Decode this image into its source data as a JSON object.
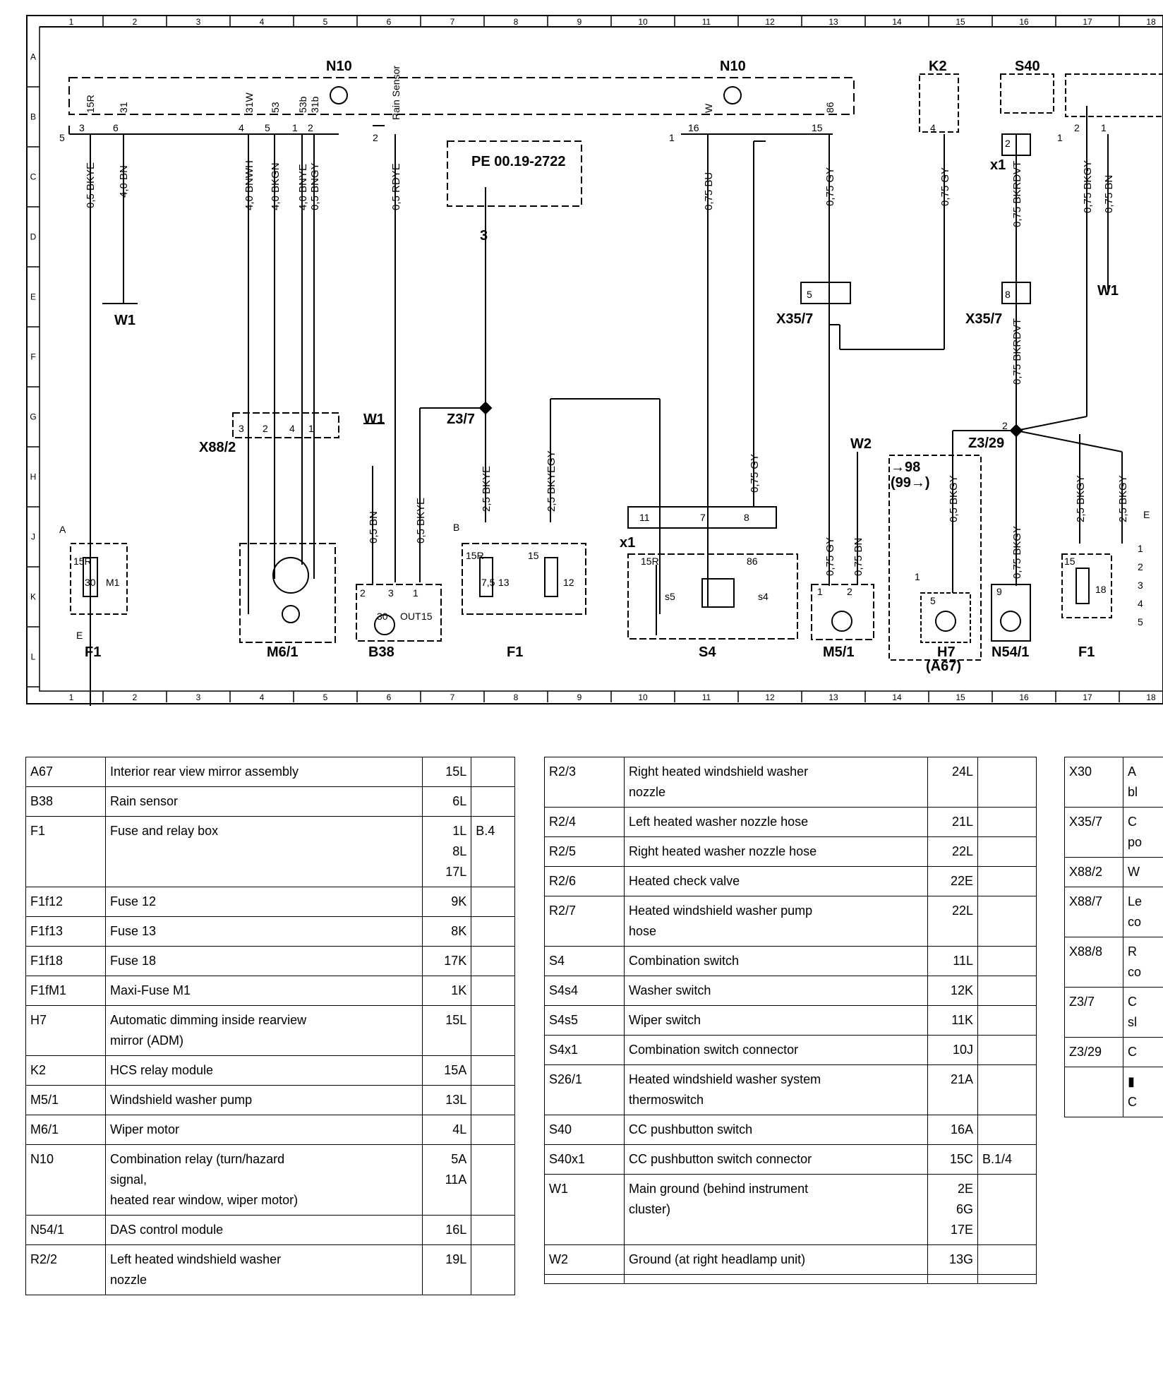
{
  "diagram": {
    "grid_cols": [
      "1",
      "2",
      "3",
      "4",
      "5",
      "6",
      "7",
      "8",
      "9",
      "10",
      "11",
      "12",
      "13",
      "14",
      "15",
      "16",
      "17",
      "18"
    ],
    "grid_rows": [
      "A",
      "B",
      "C",
      "D",
      "E",
      "F",
      "G",
      "H",
      "J",
      "K",
      "L"
    ],
    "components": {
      "n10_left": "N10",
      "n10_right": "N10",
      "k2": "K2",
      "s40": "S40",
      "x88_2": "X88/2",
      "z3_7": "Z3/7",
      "z3_29": "Z3/29",
      "x35_7_a": "X35/7",
      "x35_7_b": "X35/7",
      "x1_a": "x1",
      "x1_b": "x1",
      "w1_a": "W1",
      "w1_b": "W1",
      "w1_c": "W1",
      "w2": "W2",
      "f1_a": "F1",
      "f1_b": "F1",
      "f1_c": "F1",
      "m6_1": "M6/1",
      "b38": "B38",
      "s4": "S4",
      "m5_1": "M5/1",
      "h7": "H7",
      "a67": "(A67)",
      "n54_1": "N54/1",
      "pe_ref": "PE  00.19-2722",
      "ref_98": "→98",
      "ref_99": "(99→)",
      "wire_3": "3"
    },
    "wires": {
      "w1": "0,5 BKYE",
      "w2": "4,0 BN",
      "w3": "4,0 BNWH",
      "w4": "4,0 BKGN",
      "w5": "4,0 BNYE",
      "w6": "0,5 BNGY",
      "w7": "0,5 RDYE",
      "w8": "0,75 BU",
      "w9": "0,75 GY",
      "w10": "0,75 GY",
      "w11": "0,75 BKRDVT",
      "w12": "0,75 BKGY",
      "w13": "0,75 BN",
      "w14": "0,75 BKRDVT",
      "w15": "0,5 BN",
      "w16": "0,5 BKYE",
      "w17": "2,5 BKYE",
      "w18": "2,5 BKYEGY",
      "w19": "0,75 GY",
      "w20": "0,75 GY",
      "w21": "0,75 BN",
      "w22": "0,5 BKGY",
      "w23": "0,75 BKGY",
      "w24": "2,5 BKGY",
      "w25": "2,5 BKGY"
    },
    "pins": {
      "p15r": "15R",
      "p31": "31",
      "p31w": "31W",
      "p53": "53",
      "p53b": "53b",
      "p31b": "31b",
      "prain": "Rain Sensor",
      "pw": "W",
      "p86": "86",
      "n5": "5",
      "n3": "3",
      "n6": "6",
      "n4": "4",
      "n5b": "5",
      "n1": "1",
      "n2": "2",
      "n2b": "2",
      "n1b": "1",
      "n16": "16",
      "n15": "15",
      "n4k2": "4",
      "n2s40": "2",
      "n1r": "1",
      "n2r": "2",
      "n1r2": "1",
      "f1_a_fuse": "30",
      "f1_a_m1": "M1",
      "f1_a_15r": "15R",
      "A": "A",
      "E": "E",
      "x88_p3": "3",
      "x88_p2": "2",
      "x88_p4": "4",
      "x88_p1": "1",
      "b38_2": "2",
      "b38_3": "3",
      "b38_1": "1",
      "b38_30": "30",
      "b38_out": "OUT",
      "b38_15": "15",
      "B": "B",
      "f1b_15r": "15R",
      "f1b_75": "7,5",
      "f1b_13": "13",
      "f1b_15": "15",
      "f1b_12": "12",
      "s4_11": "11",
      "s4_7": "7",
      "s4_8": "8",
      "s4_15r": "15R",
      "s4_86": "86",
      "s4_s5": "s5",
      "s4_s4": "s4",
      "m51_1": "1",
      "m51_2": "2",
      "h7_1": "1",
      "h7_5": "5",
      "n54_9": "9",
      "f1c_15": "15",
      "f1c_18": "18",
      "x35_5": "5",
      "x35_8": "8",
      "z329_2": "2",
      "r1": "1",
      "r2": "2",
      "r3": "3",
      "r4": "4",
      "r5": "5",
      "Er": "E"
    }
  },
  "legend": {
    "table1": [
      {
        "code": "A67",
        "desc": "Interior rear view mirror assembly",
        "loc": "15L",
        "ref": ""
      },
      {
        "code": "B38",
        "desc": "Rain sensor",
        "loc": "6L",
        "ref": ""
      },
      {
        "code": "F1",
        "desc": "Fuse and relay box",
        "loc": "1L\n8L\n17L",
        "ref": "B.4"
      },
      {
        "code": "F1f12",
        "desc": "Fuse 12",
        "loc": "9K",
        "ref": ""
      },
      {
        "code": "F1f13",
        "desc": "Fuse 13",
        "loc": "8K",
        "ref": ""
      },
      {
        "code": "F1f18",
        "desc": "Fuse 18",
        "loc": "17K",
        "ref": ""
      },
      {
        "code": "F1fM1",
        "desc": "Maxi-Fuse M1",
        "loc": "1K",
        "ref": ""
      },
      {
        "code": "H7",
        "desc": "Automatic dimming inside rearview\nmirror (ADM)",
        "loc": "15L",
        "ref": ""
      },
      {
        "code": "K2",
        "desc": "HCS relay module",
        "loc": "15A",
        "ref": ""
      },
      {
        "code": "M5/1",
        "desc": "Windshield washer pump",
        "loc": "13L",
        "ref": ""
      },
      {
        "code": "M6/1",
        "desc": "Wiper motor",
        "loc": "4L",
        "ref": ""
      },
      {
        "code": "N10",
        "desc": "Combination relay (turn/hazard\nsignal,\nheated rear window, wiper motor)",
        "loc": "5A\n11A",
        "ref": ""
      },
      {
        "code": "N54/1",
        "desc": "DAS control module",
        "loc": "16L",
        "ref": ""
      },
      {
        "code": "R2/2",
        "desc": "Left heated windshield washer\nnozzle",
        "loc": "19L",
        "ref": ""
      }
    ],
    "table2": [
      {
        "code": "R2/3",
        "desc": "Right heated windshield washer\nnozzle",
        "loc": "24L",
        "ref": ""
      },
      {
        "code": "R2/4",
        "desc": "Left heated washer nozzle hose",
        "loc": "21L",
        "ref": ""
      },
      {
        "code": "R2/5",
        "desc": "Right heated washer nozzle hose",
        "loc": "22L",
        "ref": ""
      },
      {
        "code": "R2/6",
        "desc": "Heated check valve",
        "loc": "22E",
        "ref": ""
      },
      {
        "code": "R2/7",
        "desc": "Heated windshield washer pump\nhose",
        "loc": "22L",
        "ref": ""
      },
      {
        "code": "S4",
        "desc": "Combination switch",
        "loc": "11L",
        "ref": ""
      },
      {
        "code": "S4s4",
        "desc": "Washer switch",
        "loc": "12K",
        "ref": ""
      },
      {
        "code": "S4s5",
        "desc": "Wiper switch",
        "loc": "11K",
        "ref": ""
      },
      {
        "code": "S4x1",
        "desc": "Combination switch connector",
        "loc": "10J",
        "ref": ""
      },
      {
        "code": "S26/1",
        "desc": "Heated windshield washer system\nthermoswitch",
        "loc": "21A",
        "ref": ""
      },
      {
        "code": "S40",
        "desc": "CC pushbutton switch",
        "loc": "16A",
        "ref": ""
      },
      {
        "code": "S40x1",
        "desc": "CC pushbutton switch connector",
        "loc": "15C",
        "ref": "B.1/4"
      },
      {
        "code": "W1",
        "desc": "Main ground (behind instrument\ncluster)",
        "loc": "2E\n6G\n17E",
        "ref": ""
      },
      {
        "code": "W2",
        "desc": "Ground (at right headlamp unit)",
        "loc": "13G",
        "ref": ""
      },
      {
        "code": "",
        "desc": "",
        "loc": "",
        "ref": ""
      }
    ],
    "table3": [
      {
        "code": "X30",
        "desc": "A\nbl"
      },
      {
        "code": "X35/7",
        "desc": "C\npo"
      },
      {
        "code": "X88/2",
        "desc": "W"
      },
      {
        "code": "X88/7",
        "desc": "Le\nco"
      },
      {
        "code": "X88/8",
        "desc": "R\nco"
      },
      {
        "code": "Z3/7",
        "desc": "C\nsl"
      },
      {
        "code": "Z3/29",
        "desc": "C"
      },
      {
        "code": "",
        "desc": "▮\nC"
      }
    ]
  }
}
